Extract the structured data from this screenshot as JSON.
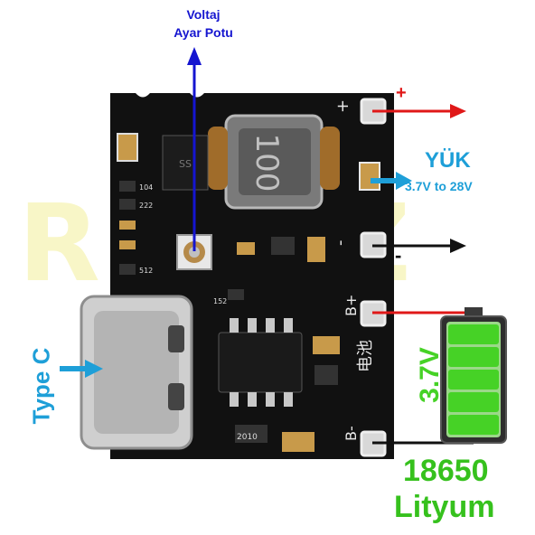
{
  "image": {
    "subject": "charger-boost-module-pcb",
    "colors": {
      "pcb": "#111111",
      "silk": "#e8e8e8",
      "copper": "#c89a4a",
      "red": "#e01818",
      "blue": "#1515d0",
      "cyan": "#1e9fd8",
      "green": "#46d226"
    }
  },
  "watermark": {
    "text": "ROBIZ"
  },
  "annotations": {
    "pot_line1": "Voltaj",
    "pot_line2": "Ayar Potu",
    "plus_sign": "+",
    "minus_sign": "-",
    "load_title": "YÜK",
    "load_range": "3.7V to 28V",
    "type_c": "Type C",
    "battery_voltage": "3.7V",
    "battery_model": "18650",
    "battery_type": "Lityum"
  },
  "silkscreen": {
    "pad_plus": "+",
    "pad_minus": "-",
    "b_plus": "B+",
    "b_minus": "B-",
    "battery_cn": "电池",
    "inductor": "100",
    "r104": "104",
    "r222": "222",
    "r512": "512",
    "r152": "152",
    "r2010": "2010",
    "ss": "SS"
  },
  "battery_cells": 5
}
